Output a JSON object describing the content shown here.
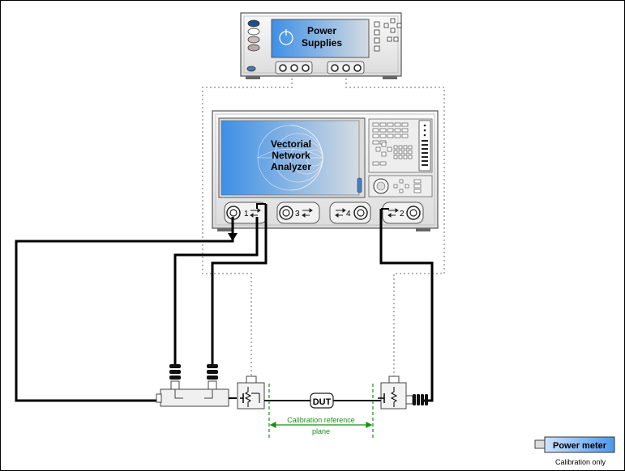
{
  "power_supplies": {
    "title_line1": "Power",
    "title_line2": "Supplies"
  },
  "vna": {
    "title_line1": "Vectorial",
    "title_line2": "Network",
    "title_line3": "Analyzer",
    "port1_label": "1",
    "port2_label": "2",
    "port3_label": "3",
    "port4_label": "4"
  },
  "dut": {
    "label": "DUT"
  },
  "calibration_plane": {
    "line1": "Calibration reference",
    "line2": "plane"
  },
  "power_meter": {
    "label": "Power meter",
    "caption": "Calibration only"
  },
  "colors": {
    "screen_gradient_start": "#3d8fe6",
    "screen_gradient_end": "#cfd7de",
    "calibration_green": "#1a8c1a",
    "cable": "#000000",
    "control_lines": "#b0b0b0"
  }
}
